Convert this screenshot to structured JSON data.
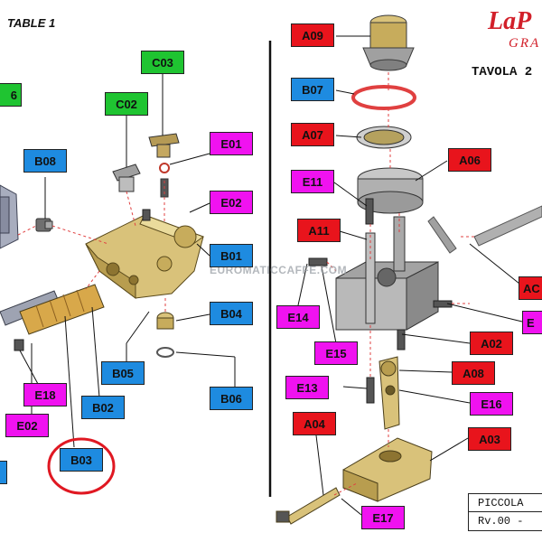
{
  "header": {
    "table_left": "TABLE 1",
    "table_right": "TAVOLA 2"
  },
  "brand": {
    "logo_main": "LaP",
    "logo_sub": "GRA"
  },
  "watermark": "EUROMATICCAFFE.COM",
  "title_block": {
    "name": "PICCOLA",
    "revision": "Rv.00 -"
  },
  "colors": {
    "A": "#e8141c",
    "B": "#1e8be0",
    "C": "#1fc431",
    "E": "#f012f0",
    "highlight": "#e01822"
  },
  "labels": {
    "A09": "A09",
    "B07": "B07",
    "A07": "A07",
    "A06": "A06",
    "E11": "E11",
    "A11": "A11",
    "AC": "AC",
    "E14": "E14",
    "E15": "E15",
    "E_right": "E",
    "A02": "A02",
    "A08": "A08",
    "E13": "E13",
    "E16": "E16",
    "A04": "A04",
    "A03": "A03",
    "E17": "E17",
    "C03": "C03",
    "C02": "C02",
    "G6": "6",
    "B08": "B08",
    "E01": "E01",
    "E02a": "E02",
    "B01": "B01",
    "B04": "B04",
    "B05": "B05",
    "B02": "B02",
    "B06": "B06",
    "E18": "E18",
    "E02b": "E02",
    "B03": "B03",
    "B_edge": ""
  }
}
